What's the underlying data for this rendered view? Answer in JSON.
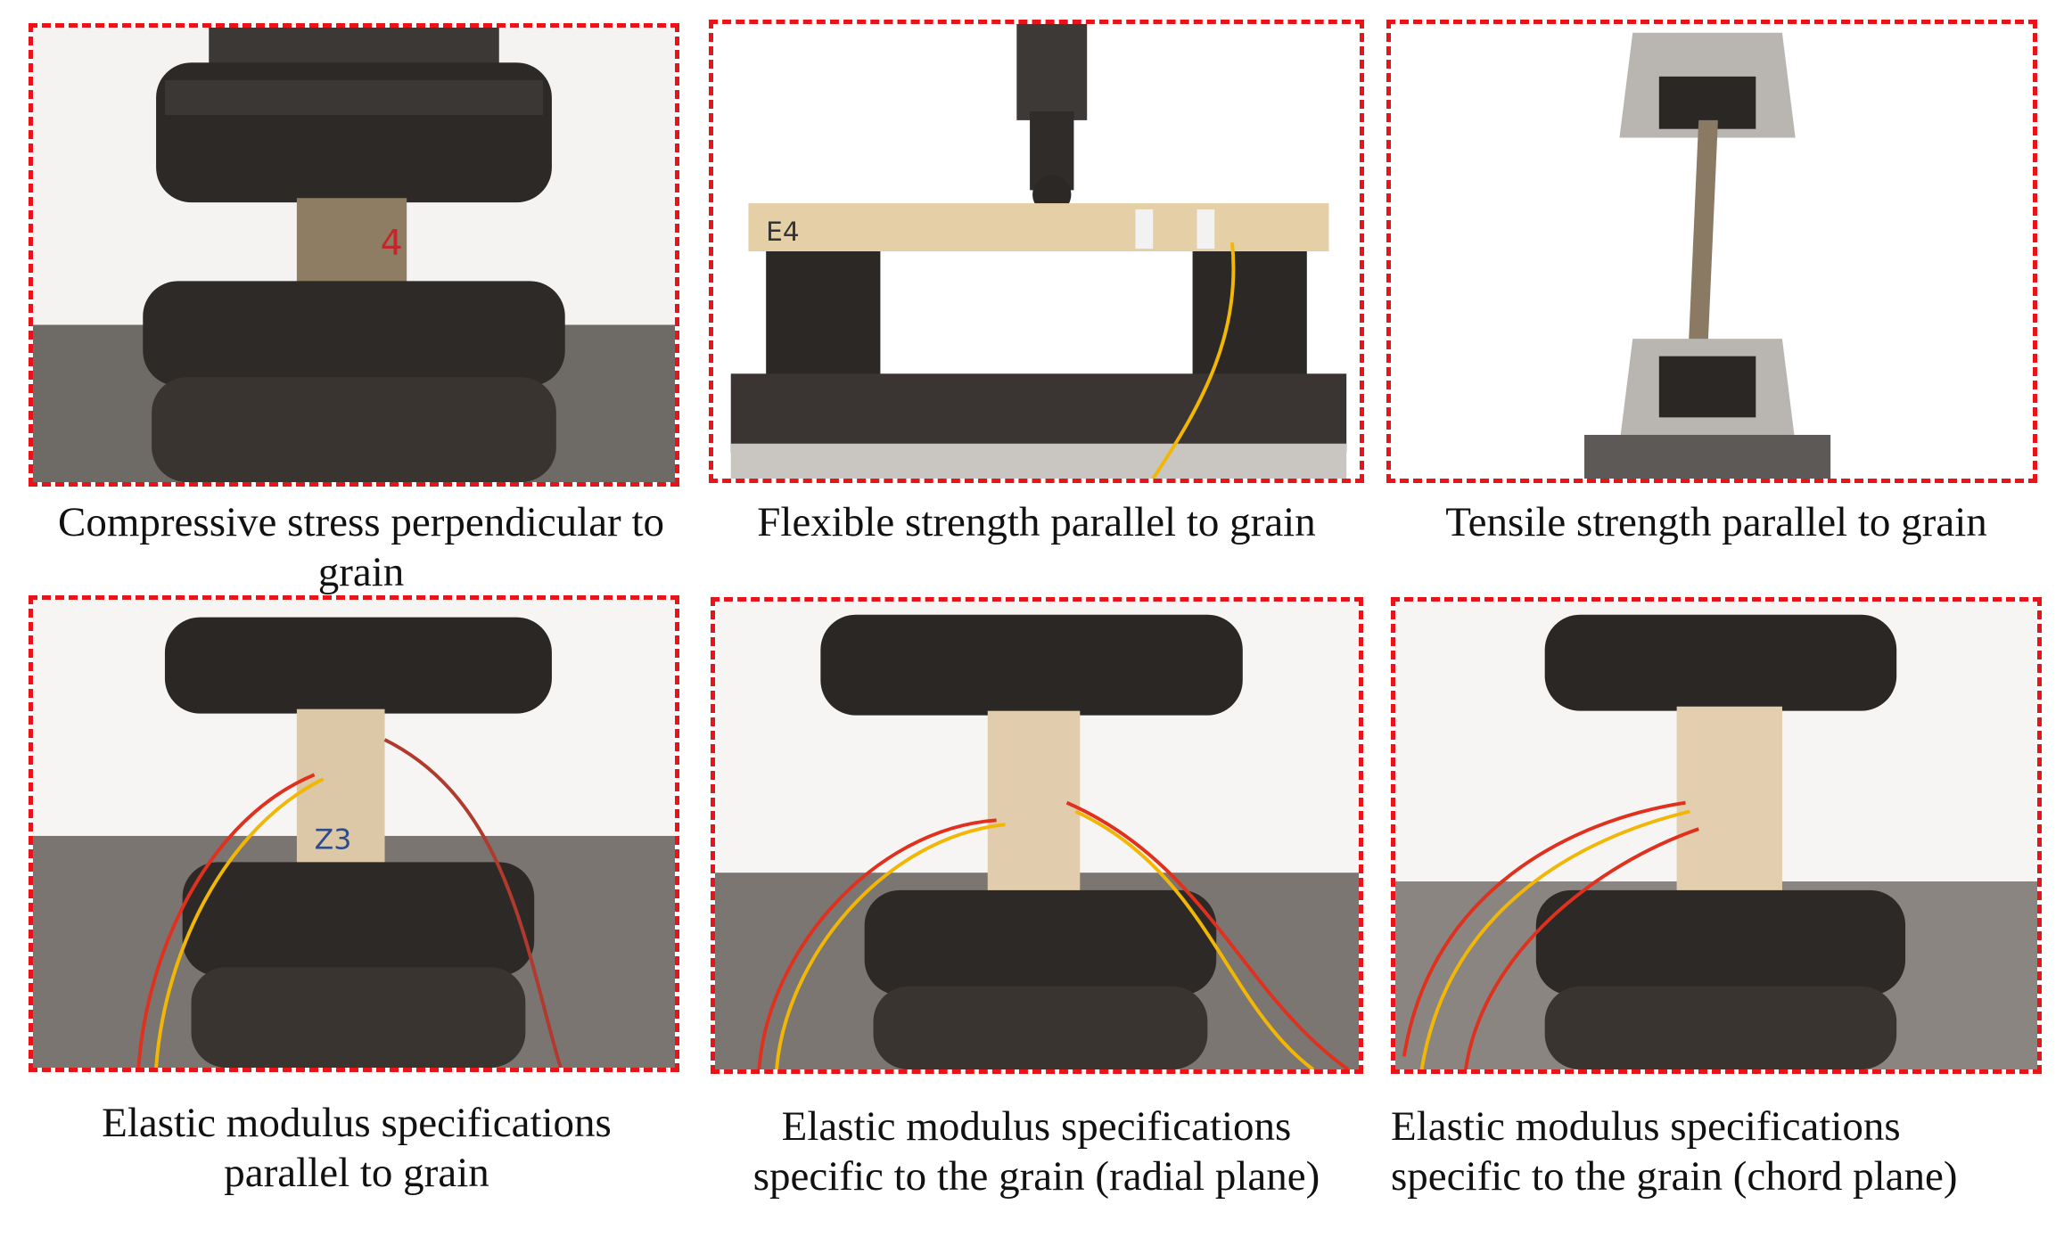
{
  "captions": {
    "p1": "Compressive stress perpendicular to grain",
    "p2": "Flexible strength parallel to grain",
    "p3": "Tensile strength parallel to grain",
    "p4_line1": "Elastic modulus specifications",
    "p4_line2": "parallel to grain",
    "p5_line1": "Elastic modulus specifications",
    "p5_line2": "specific to the grain (radial plane)",
    "p6_line1": "Elastic modulus specifications",
    "p6_line2": "specific to the grain (chord plane)"
  },
  "labels": {
    "specimen_p1": "4",
    "specimen_p2": "E4",
    "specimen_p4": "Z3"
  },
  "colors": {
    "frame": "#e8141a",
    "steel": "#2a2725",
    "wood": "#d9c3a0",
    "wire_red": "#e0301e",
    "wire_yellow": "#f2b705"
  }
}
